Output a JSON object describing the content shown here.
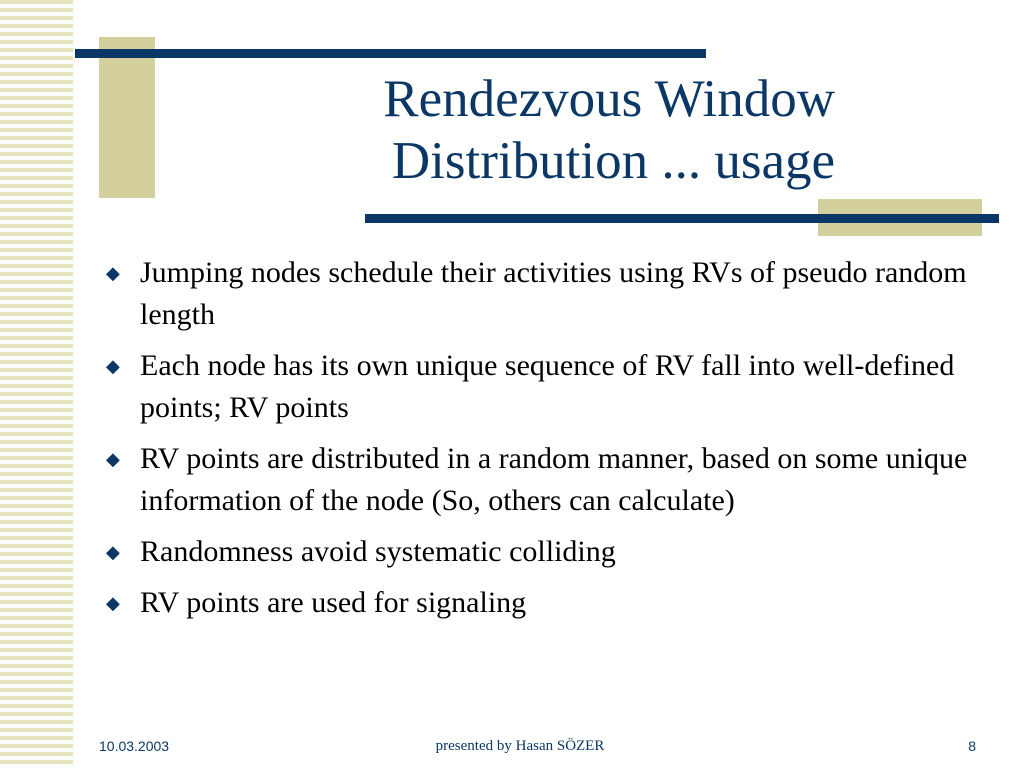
{
  "slide": {
    "title_line1": "Rendezvous Window",
    "title_line2": "Distribution ... usage",
    "bullets": [
      "Jumping nodes schedule their activities using RVs of pseudo random length",
      "Each node has its own unique sequence of RV fall into well-defined points; RV points",
      "RV points are distributed in a random manner, based on some unique information of the node (So, others can calculate)",
      "Randomness avoid systematic colliding",
      "RV points are used for signaling"
    ],
    "bullet_icon": "diamond-icon",
    "bullet_glyph": "◆"
  },
  "footer": {
    "date": "10.03.2003",
    "presenter": "presented by Hasan SÖZER",
    "page_number": "8"
  },
  "colors": {
    "title": "#0b3766",
    "accent_block": "#d3d09e",
    "stripe": "#e7e4bf",
    "text": "#000000",
    "background": "#ffffff"
  }
}
